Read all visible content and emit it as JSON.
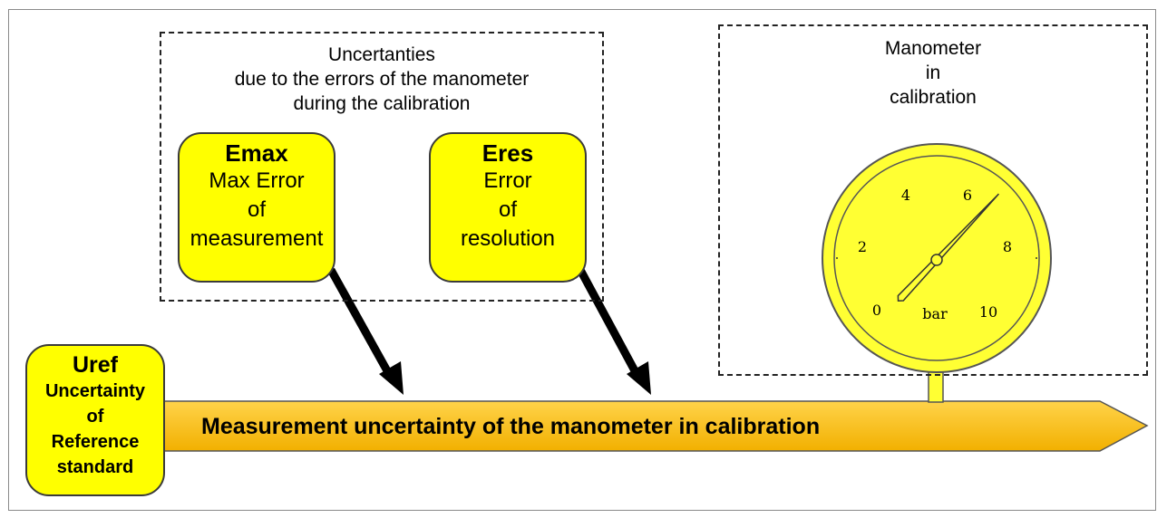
{
  "errors_group": {
    "heading": [
      "Uncertanties",
      "due to the errors of the manometer",
      "during the calibration"
    ],
    "emax": {
      "abbr": "Emax",
      "lines": [
        "Max Error",
        "of",
        "measurement"
      ]
    },
    "eres": {
      "abbr": "Eres",
      "lines": [
        "Error",
        "of",
        "resolution"
      ]
    }
  },
  "manometer_group": {
    "heading": [
      "Manometer",
      "in",
      "calibration"
    ],
    "gauge": {
      "scale_labels": [
        "0",
        "2",
        "4",
        "6",
        "8",
        "10"
      ],
      "unit": "bar",
      "needle_value": 6.6,
      "scale_max": 10
    }
  },
  "reference": {
    "abbr": "Uref",
    "lines": [
      "Uncertainty",
      "of",
      "Reference",
      "standard"
    ]
  },
  "main_arrow": {
    "label": "Measurement uncertainty of the manometer in calibration"
  },
  "colors": {
    "box_fill": "#ffff00",
    "arrow_fill": "#ffc000",
    "gauge_fill": "#ffff33"
  }
}
